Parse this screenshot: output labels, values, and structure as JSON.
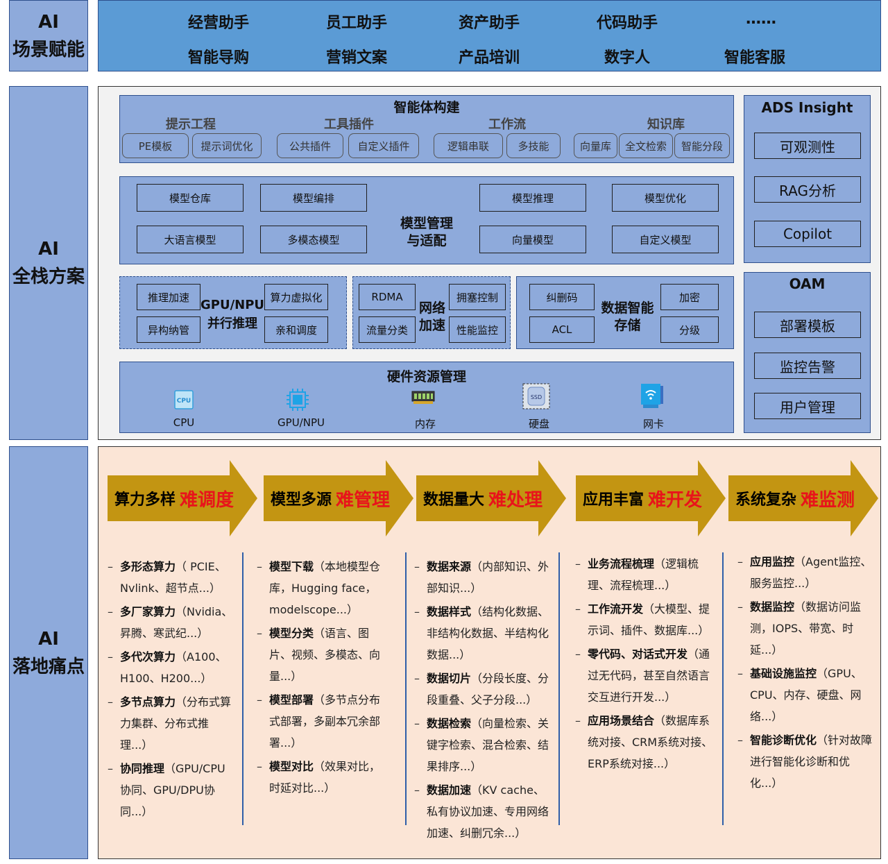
{
  "sections": {
    "scene_label": [
      "AI",
      "场景赋能"
    ],
    "stack_label": [
      "AI",
      "全栈方案"
    ],
    "pain_label": [
      "AI",
      "落地痛点"
    ]
  },
  "scenes": {
    "row1": [
      "经营助手",
      "员工助手",
      "资产助手",
      "代码助手",
      "……"
    ],
    "row2": [
      "智能导购",
      "营销文案",
      "产品培训",
      "数字人",
      "智能客服"
    ]
  },
  "agent": {
    "title": "智能体构建",
    "groups": [
      {
        "title": "提示工程",
        "items": [
          "PE模板",
          "提示词优化"
        ]
      },
      {
        "title": "工具插件",
        "items": [
          "公共插件",
          "自定义插件"
        ]
      },
      {
        "title": "工作流",
        "items": [
          "逻辑串联",
          "多技能"
        ]
      },
      {
        "title": "知识库",
        "items": [
          "向量库",
          "全文检索",
          "智能分段"
        ]
      }
    ]
  },
  "model_mgmt": {
    "title_line1": "模型管理",
    "title_line2": "与适配",
    "left": [
      "模型仓库",
      "模型编排",
      "大语言模型",
      "多模态模型"
    ],
    "right": [
      "模型推理",
      "模型优化",
      "向量模型",
      "自定义模型"
    ]
  },
  "gpu": {
    "title_line1": "GPU/NPU",
    "title_line2": "并行推理",
    "items": [
      "推理加速",
      "算力虚拟化",
      "异构纳管",
      "亲和调度"
    ]
  },
  "network": {
    "title_line1": "网络",
    "title_line2": "加速",
    "items": [
      "RDMA",
      "拥塞控制",
      "流量分类",
      "性能监控"
    ]
  },
  "storage": {
    "title_line1": "数据智能",
    "title_line2": "存储",
    "items": [
      "纠删码",
      "加密",
      "ACL",
      "分级"
    ]
  },
  "hardware": {
    "title": "硬件资源管理",
    "items": [
      {
        "label": "CPU",
        "icon": "cpu-icon",
        "chip": "CPU"
      },
      {
        "label": "GPU/NPU",
        "icon": "gpu-chip-icon"
      },
      {
        "label": "内存",
        "icon": "memory-icon"
      },
      {
        "label": "硬盘",
        "icon": "ssd-icon",
        "chip": "SSD"
      },
      {
        "label": "网卡",
        "icon": "network-card-icon"
      }
    ]
  },
  "ads": {
    "title": "ADS Insight",
    "items": [
      "可观测性",
      "RAG分析",
      "Copilot"
    ]
  },
  "oam": {
    "title": "OAM",
    "items": [
      "部署模板",
      "监控告警",
      "用户管理"
    ]
  },
  "pains": [
    {
      "lead": "算力多样",
      "hard": "难调度"
    },
    {
      "lead": "模型多源",
      "hard": "难管理"
    },
    {
      "lead": "数据量大",
      "hard": "难处理"
    },
    {
      "lead": "应用丰富",
      "hard": "难开发"
    },
    {
      "lead": "系统复杂",
      "hard": "难监测"
    }
  ],
  "details": [
    [
      {
        "k": "多形态算力",
        "v": "（ PCIE、Nvlink、超节点...）"
      },
      {
        "k": "多厂家算力",
        "v": "（Nvidia、昇腾、寒武纪...）"
      },
      {
        "k": "多代次算力",
        "v": "（A100、H100、H200...）"
      },
      {
        "k": "多节点算力",
        "v": "（分布式算力集群、分布式推理...）"
      },
      {
        "k": "协同推理",
        "v": "（GPU/CPU协同、GPU/DPU协同...）"
      }
    ],
    [
      {
        "k": "模型下载",
        "v": "（本地模型仓库，Hugging face，modelscope...）"
      },
      {
        "k": "模型分类",
        "v": "（语言、图片、视频、多模态、向量...）"
      },
      {
        "k": "模型部署",
        "v": "（多节点分布式部署，多副本冗余部署...）"
      },
      {
        "k": "模型对比",
        "v": "（效果对比，时延对比...）"
      }
    ],
    [
      {
        "k": "数据来源",
        "v": "（内部知识、外部知识...）"
      },
      {
        "k": "数据样式",
        "v": "（结构化数据、非结构化数据、半结构化数据...）"
      },
      {
        "k": "数据切片",
        "v": "（分段长度、分段重叠、父子分段...）"
      },
      {
        "k": "数据检索",
        "v": "（向量检索、关键字检索、混合检索、结果排序...）"
      },
      {
        "k": "数据加速",
        "v": "（KV cache、私有协议加速、专用网络加速、纠删冗余...）"
      }
    ],
    [
      {
        "k": "业务流程梳理",
        "v": "（逻辑梳理、流程梳理...）"
      },
      {
        "k": "工作流开发",
        "v": "（大模型、提示词、插件、数据库...）"
      },
      {
        "k": "零代码、对话式开发",
        "v": "（通过无代码，甚至自然语言交互进行开发...）"
      },
      {
        "k": "应用场景结合",
        "v": "（数据库系统对接、CRM系统对接、ERP系统对接...）"
      }
    ],
    [
      {
        "k": "应用监控",
        "v": "（Agent监控、服务监控...）"
      },
      {
        "k": "数据监控",
        "v": "（数据访问监测，IOPS、带宽、时延...）"
      },
      {
        "k": "基础设施监控",
        "v": "（GPU、CPU、内存、硬盘、网络...）"
      },
      {
        "k": "智能诊断优化",
        "v": "（针对故障进行智能化诊断和优化...）"
      }
    ]
  ],
  "colors": {
    "arrow": "#c39512",
    "hard_text": "#e8141b",
    "label_bg": "#8eaadb",
    "scene_bg": "#5b9bd5",
    "pain_bg": "#fbe5d6"
  }
}
